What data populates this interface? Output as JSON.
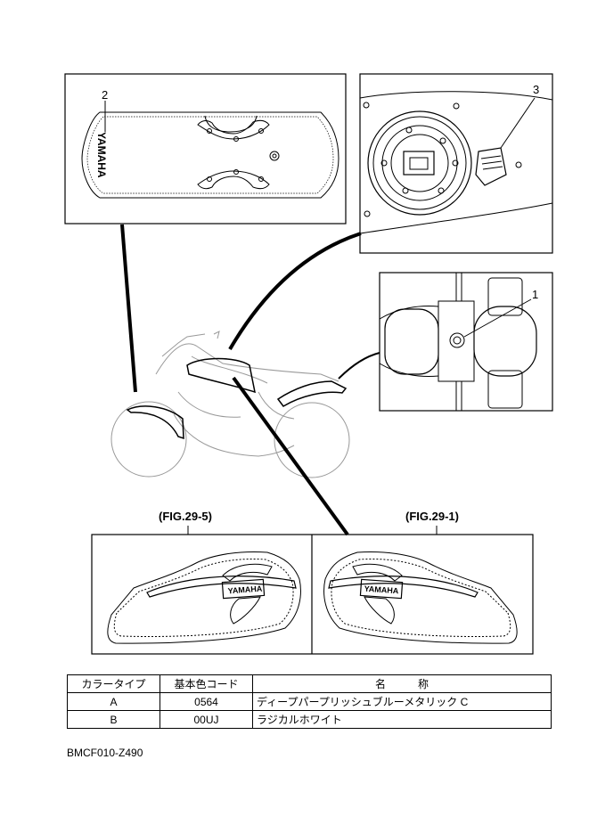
{
  "callouts": {
    "c1": "1",
    "c2": "2",
    "c3": "3"
  },
  "emblem_text": "YAMAHA",
  "figures": {
    "left": "(FIG.29-5)",
    "right": "(FIG.29-1)"
  },
  "table": {
    "headers": [
      "カラータイプ",
      "基本色コード",
      "名　　　称"
    ],
    "rows": [
      [
        "A",
        "0564",
        "ディープパープリッシュブルーメタリック C"
      ],
      [
        "B",
        "00UJ",
        "ラジカルホワイト"
      ]
    ]
  },
  "doc_number": "BMCF010-Z490"
}
